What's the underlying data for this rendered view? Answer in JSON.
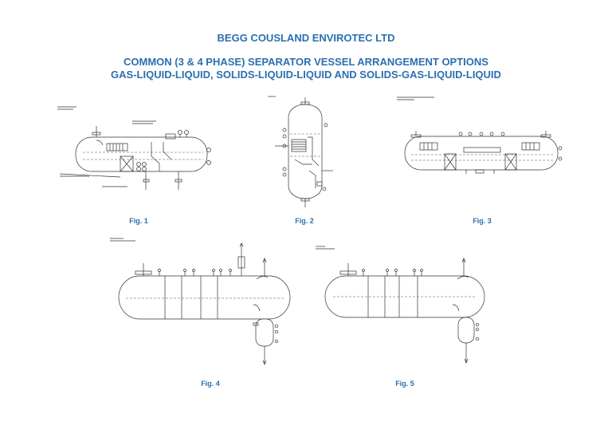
{
  "header": {
    "company": "BEGG COUSLAND ENVIROTEC LTD",
    "subtitle_line1": "COMMON (3 & 4 PHASE) SEPARATOR VESSEL ARRANGEMENT OPTIONS",
    "subtitle_line2": "GAS-LIQUID-LIQUID, SOLIDS-LIQUID-LIQUID AND SOLIDS-GAS-LIQUID-LIQUID"
  },
  "figures": [
    {
      "caption": "Fig. 1"
    },
    {
      "caption": "Fig. 2"
    },
    {
      "caption": "Fig. 3"
    },
    {
      "caption": "Fig. 4"
    },
    {
      "caption": "Fig. 5"
    }
  ],
  "colors": {
    "title": "#2b6fb0",
    "line": "#333333"
  }
}
